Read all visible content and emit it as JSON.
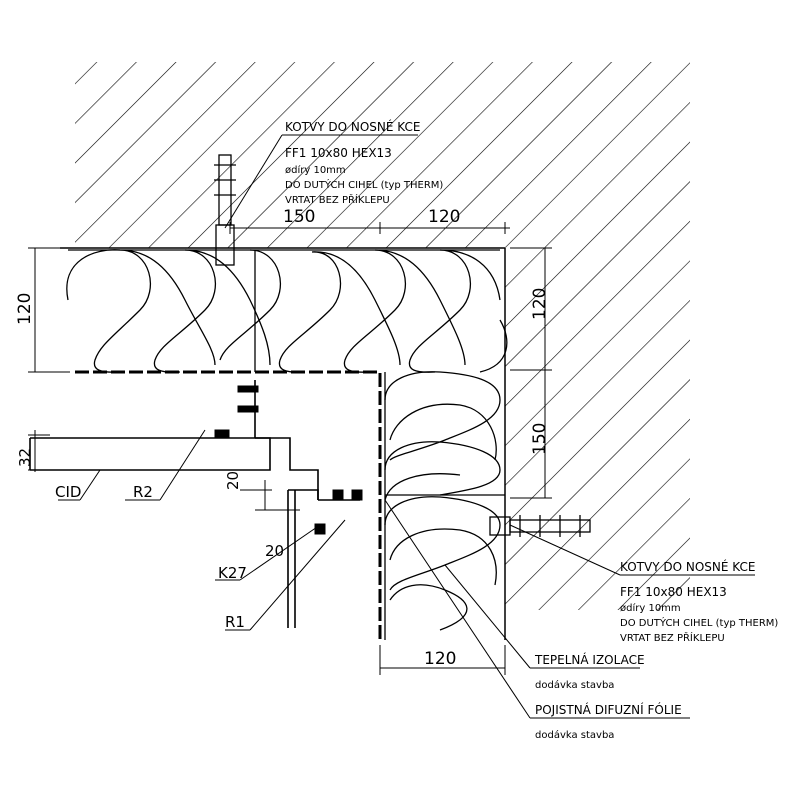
{
  "colors": {
    "line": "#000000",
    "hatch": "#000000",
    "background": "#ffffff"
  },
  "callout_top": {
    "title": "KOTVY DO NOSNÉ KCE",
    "line1": "FF1 10x80 HEX13",
    "line2": "ødíry 10mm",
    "line3": "DO DUTÝCH CIHEL (typ THERM)",
    "line4": "VRTAT BEZ PŘÍKLEPU"
  },
  "callout_right": {
    "title": "KOTVY DO NOSNÉ KCE",
    "line1": "FF1 10x80 HEX13",
    "line2": "ødíry 10mm",
    "line3": "DO DUTÝCH CIHEL (typ THERM)",
    "line4": "VRTAT BEZ PŘÍKLEPU"
  },
  "insulation_label": {
    "title": "TEPELNÁ IZOLACE",
    "subtitle": "dodávka stavba"
  },
  "foil_label": {
    "title": "POJISTNÁ DIFUZNÍ FÓLIE",
    "subtitle": "dodávka stavba"
  },
  "dimensions": {
    "top_150": "150",
    "top_120": "120",
    "left_120": "120",
    "right_120": "120",
    "right_150": "150",
    "left_32": "32",
    "gap_20_a": "20",
    "gap_20_b": "20",
    "bottom_120": "120"
  },
  "profile_labels": {
    "cid": "CID",
    "r2": "R2",
    "k27": "K27",
    "r1": "R1"
  }
}
